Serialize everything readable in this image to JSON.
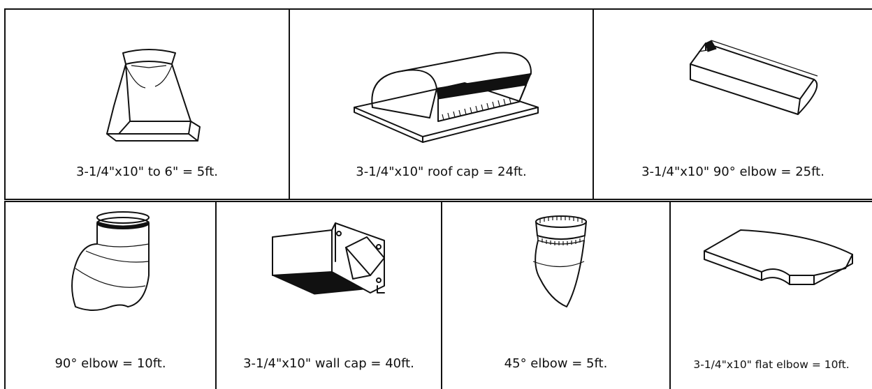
{
  "fittings": [
    {
      "label": "3-1/4\"x10\" to 6\" = 5ft.",
      "icon": "transition-icon"
    },
    {
      "label": "3-1/4\"x10\" roof cap = 24ft.",
      "icon": "roof-cap-icon"
    },
    {
      "label": "3-1/4\"x10\" 90° elbow = 25ft.",
      "icon": "rect-90-elbow-icon"
    },
    {
      "label": "90° elbow = 10ft.",
      "icon": "round-90-elbow-icon"
    },
    {
      "label": "3-1/4\"x10\" wall cap = 40ft.",
      "icon": "wall-cap-icon"
    },
    {
      "label": "45° elbow = 5ft.",
      "icon": "round-45-elbow-icon"
    },
    {
      "label": "3-1/4\"x10\" flat elbow = 10ft.",
      "icon": "flat-elbow-icon"
    }
  ]
}
